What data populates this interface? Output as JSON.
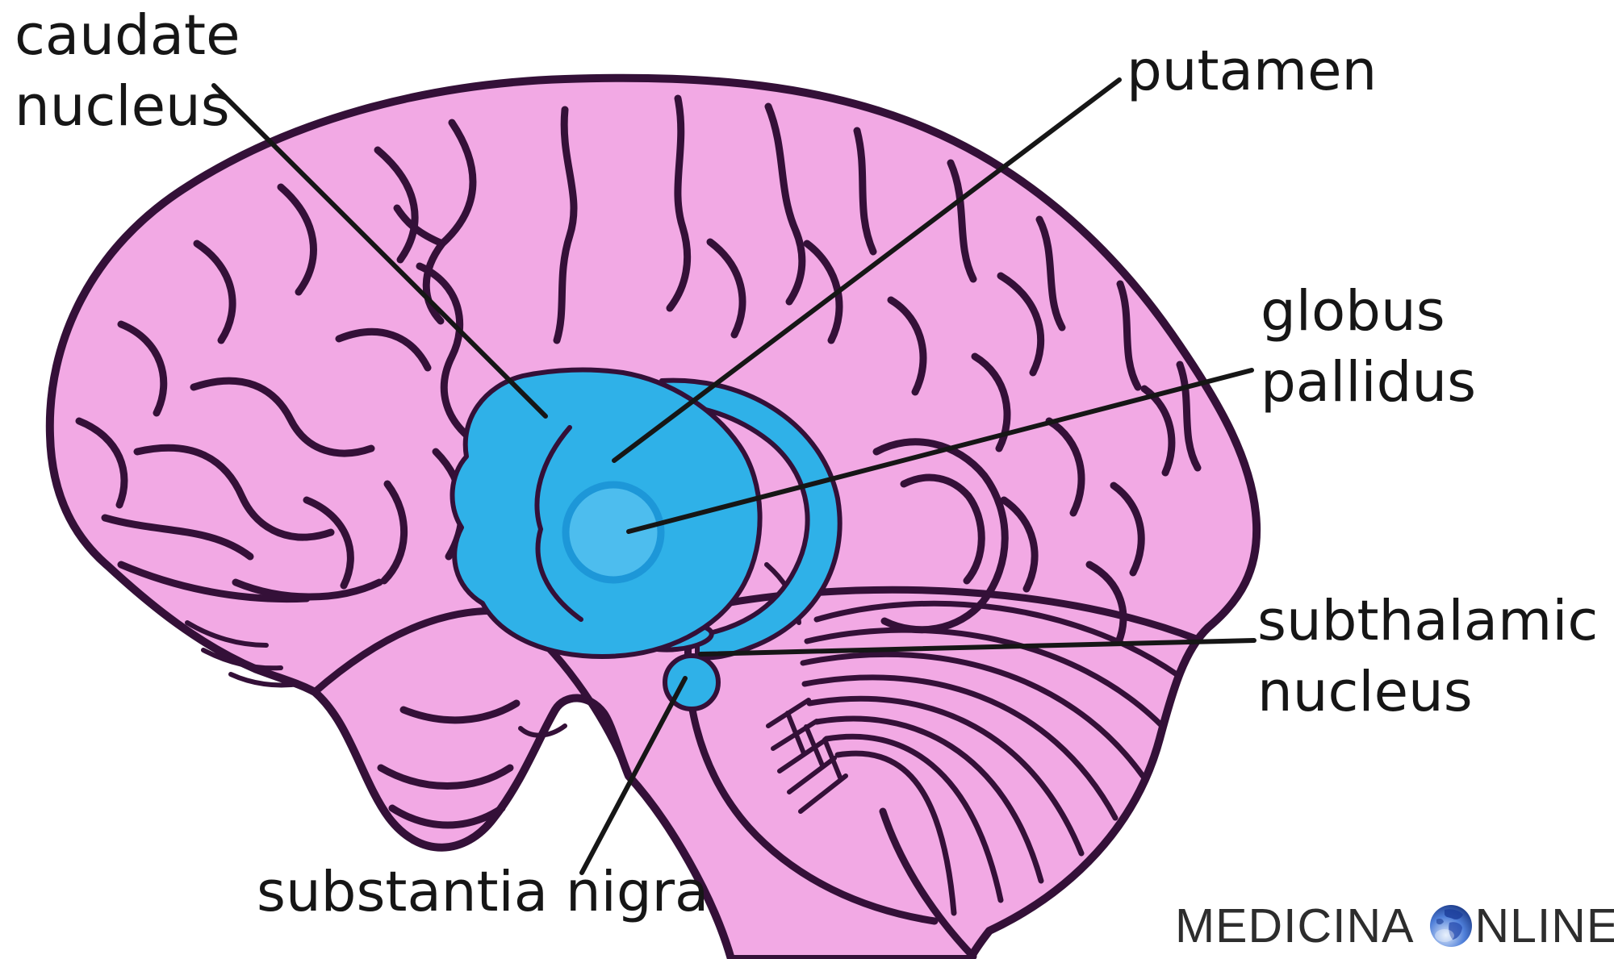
{
  "colors": {
    "background": "#ffffff",
    "brain_pink": "#f2a9e4",
    "outline_dark": "#341038",
    "basal_blue": "#2fb1e8",
    "pallidus_blue": "#4dbdee",
    "pallidus_ring": "#1d97d8",
    "label_text": "#161616",
    "leader_line": "#161616",
    "watermark_text": "#2d2d2d",
    "globe_light": "#dce9fb",
    "globe_mid": "#4f7fd9",
    "globe_dark": "#16337f"
  },
  "labels": {
    "caudate_nucleus": {
      "line1": "caudate",
      "line2": "nucleus"
    },
    "putamen": {
      "line1": "putamen"
    },
    "globus_pallidus": {
      "line1": "globus",
      "line2": "pallidus"
    },
    "subthalamic_nucleus": {
      "line1": "subthalamic",
      "line2": "nucleus"
    },
    "substantia_nigra": {
      "line1": "substantia nigra"
    }
  },
  "watermark": {
    "left": "MEDICINA",
    "right": "NLINE",
    "globe_icon": "globe-icon"
  }
}
